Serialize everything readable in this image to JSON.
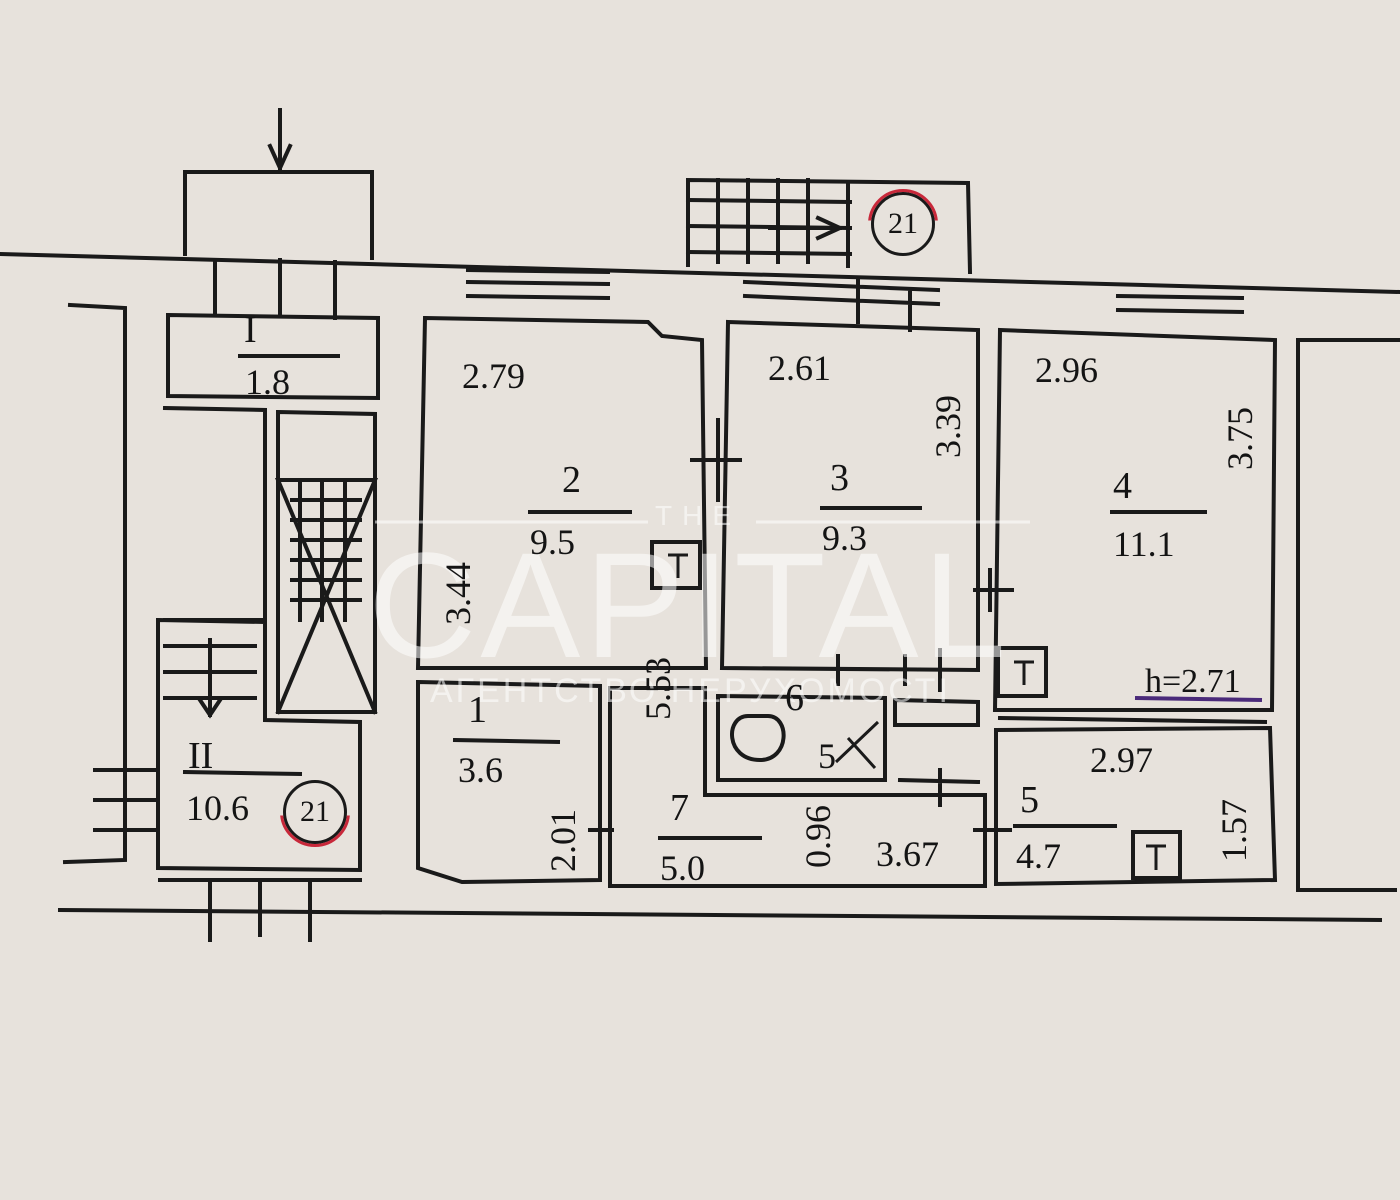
{
  "watermark": {
    "prefix": "THE",
    "brand": "CAPITAL",
    "tagline": "АГЕНТСТВО НЕРУХОМОСТІ"
  },
  "rooms": [
    {
      "id": "I",
      "area": "1.8"
    },
    {
      "id": "II",
      "area": "10.6"
    },
    {
      "id": "1",
      "area": "3.6"
    },
    {
      "id": "2",
      "area": "9.5"
    },
    {
      "id": "3",
      "area": "9.3"
    },
    {
      "id": "4",
      "area": "11.1"
    },
    {
      "id": "5",
      "area": "4.7"
    },
    {
      "id": "6",
      "area": "5"
    },
    {
      "id": "7",
      "area": "5.0"
    }
  ],
  "dimensions": {
    "r2_width": "2.79",
    "r2_height": "3.44",
    "r3_width": "2.61",
    "r3_height": "3.39",
    "r4_width": "2.96",
    "r4_height": "3.75",
    "r1_height": "2.01",
    "corridor_height": "5.53",
    "corridor_width": "3.67",
    "r6_width": "0.96",
    "r5_width": "2.97",
    "r5_height": "1.57"
  },
  "ceiling_height": "h=2.71",
  "stair_markers": [
    "21",
    "21"
  ],
  "colors": {
    "paper": "#e7e2dc",
    "ink": "#141414",
    "marker": "#c8283a"
  }
}
